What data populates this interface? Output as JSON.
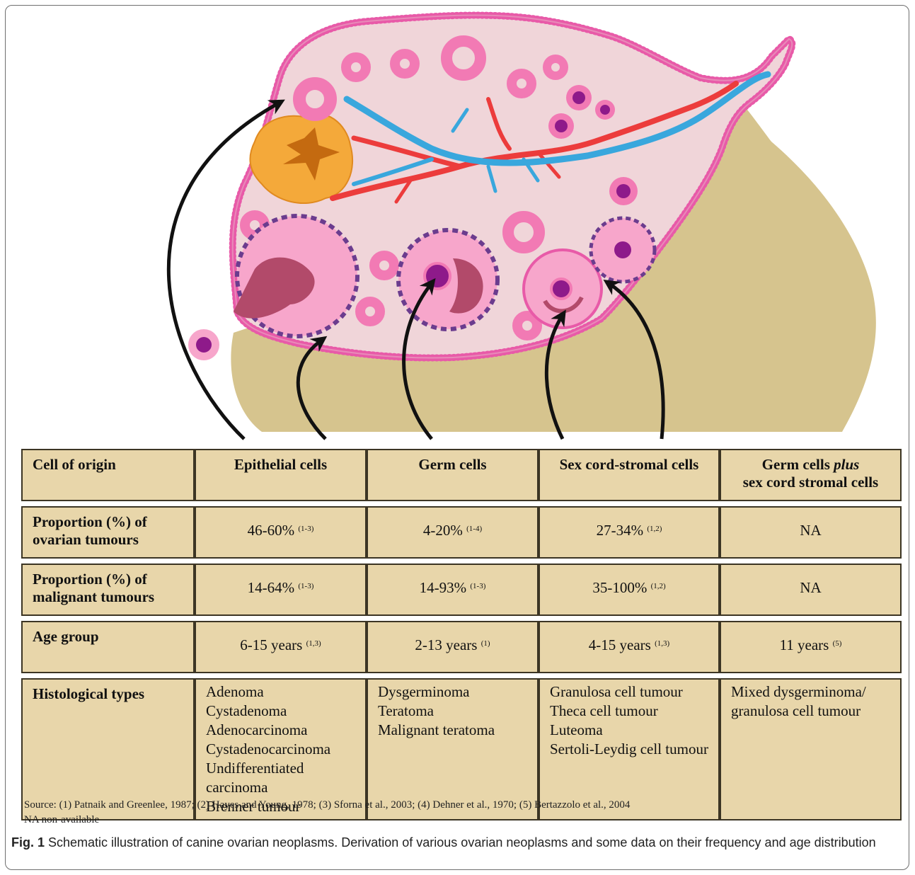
{
  "table": {
    "header": {
      "row_label": "Cell of origin",
      "columns": [
        "Epithelial cells",
        "Germ cells",
        "Sex cord-stromal cells"
      ],
      "last_column_part1": "Germ cells ",
      "last_column_plus": "plus",
      "last_column_part2": "sex cord stromal cells"
    },
    "rows": [
      {
        "label": "Proportion (%) of ovarian tumours",
        "cells": [
          {
            "value": "46-60%",
            "ref": "(1-3)"
          },
          {
            "value": "4-20%",
            "ref": "(1-4)"
          },
          {
            "value": "27-34%",
            "ref": "(1,2)"
          },
          {
            "value": "NA",
            "ref": ""
          }
        ]
      },
      {
        "label": "Proportion (%) of malignant tumours",
        "cells": [
          {
            "value": "14-64%",
            "ref": "(1-3)"
          },
          {
            "value": "14-93%",
            "ref": "(1-3)"
          },
          {
            "value": "35-100%",
            "ref": "(1,2)"
          },
          {
            "value": "NA",
            "ref": ""
          }
        ]
      },
      {
        "label": "Age group",
        "cells": [
          {
            "value": "6-15 years",
            "ref": "(1,3)"
          },
          {
            "value": "2-13 years",
            "ref": "(1)"
          },
          {
            "value": "4-15 years",
            "ref": "(1,3)"
          },
          {
            "value": "11 years",
            "ref": "(5)"
          }
        ]
      }
    ],
    "histology": {
      "label": "Histological types",
      "columns": [
        [
          "Adenoma",
          "Cystadenoma",
          "Adenocarcinoma",
          "Cystadenocarcinoma",
          "Undifferentiated",
          "carcinoma",
          "Brenner tumour"
        ],
        [
          "Dysgerminoma",
          "Teratoma",
          "Malignant teratoma"
        ],
        [
          "Granulosa cell tumour",
          "Theca cell tumour",
          "Luteoma",
          "Sertoli-Leydig cell tumour"
        ],
        [
          "Mixed dysgerminoma/",
          "granulosa cell tumour"
        ]
      ]
    }
  },
  "source": "Source: (1) Patnaik and Greenlee, 1987; (2) Hayes and Young, 1978; (3) Sforna et al., 2003; (4) Dehner et al., 1970; (5) Bertazzolo et al., 2004",
  "na_note": "NA non-available",
  "caption": {
    "label": "Fig. 1",
    "text": " Schematic illustration of canine ovarian neoplasms. Derivation of various ovarian neoplasms and some data on their frequency and age distribution"
  },
  "colors": {
    "stroma": "#f0d5d9",
    "border_pink": "#e85aa8",
    "tan": "#d6c48e",
    "vein": "#39a7dd",
    "artery": "#ec3c3c",
    "oocyte": "#8e1a8a",
    "corpus_luteum": "#f4a93a",
    "table_fill": "#e8d6aa"
  }
}
